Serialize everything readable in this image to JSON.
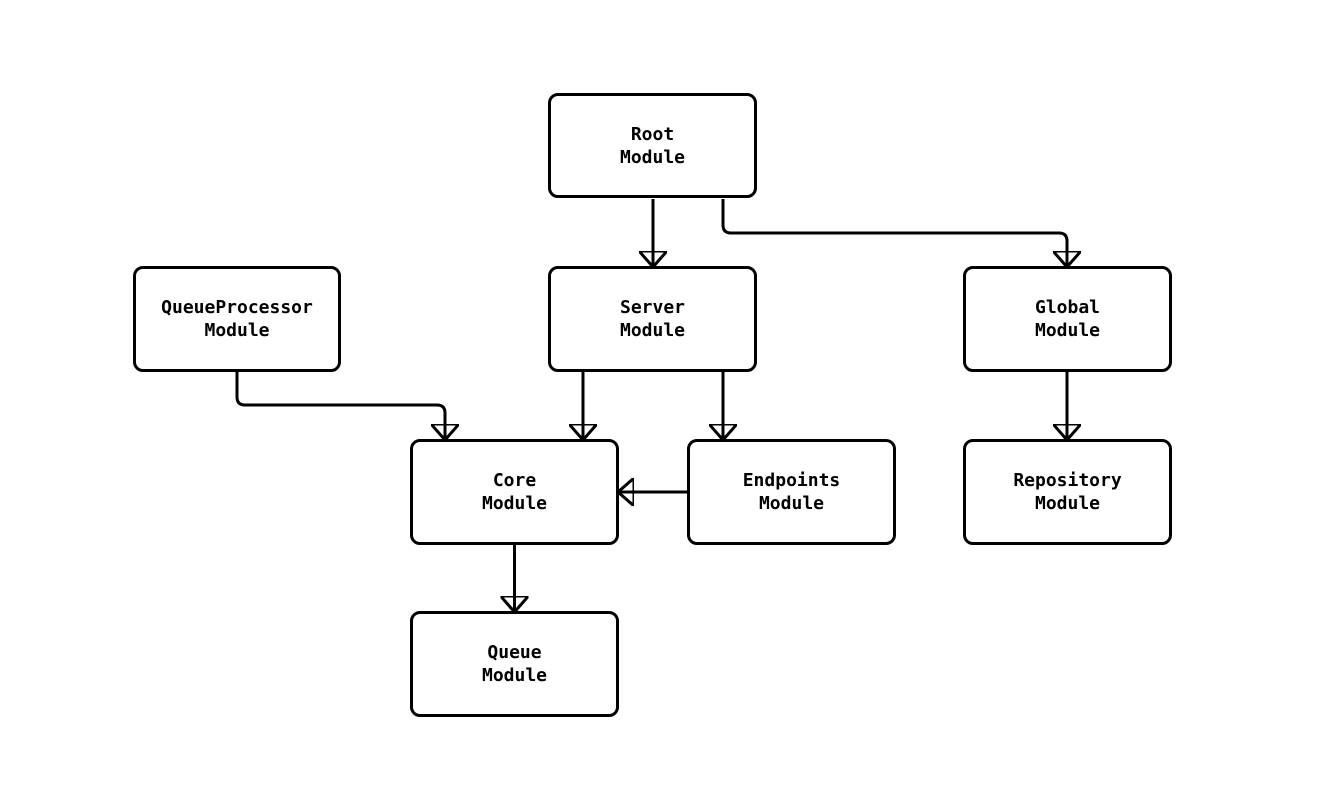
{
  "diagram": {
    "type": "module-dependency-flowchart",
    "background_color": "#ffffff",
    "stroke_color": "#000000",
    "nodes": {
      "root": {
        "label": "Root\nModule"
      },
      "queue_processor": {
        "label": "QueueProcessor\nModule"
      },
      "server": {
        "label": "Server\nModule"
      },
      "global": {
        "label": "Global\nModule"
      },
      "core": {
        "label": "Core\nModule"
      },
      "endpoints": {
        "label": "Endpoints\nModule"
      },
      "repository": {
        "label": "Repository\nModule"
      },
      "queue": {
        "label": "Queue\nModule"
      }
    },
    "edges": [
      {
        "from": "Root Module",
        "to": "Server Module"
      },
      {
        "from": "Root Module",
        "to": "Global Module"
      },
      {
        "from": "QueueProcessor Module",
        "to": "Core Module"
      },
      {
        "from": "Server Module",
        "to": "Core Module"
      },
      {
        "from": "Server Module",
        "to": "Endpoints Module"
      },
      {
        "from": "Endpoints Module",
        "to": "Core Module"
      },
      {
        "from": "Global Module",
        "to": "Repository Module"
      },
      {
        "from": "Core Module",
        "to": "Queue Module"
      }
    ]
  }
}
